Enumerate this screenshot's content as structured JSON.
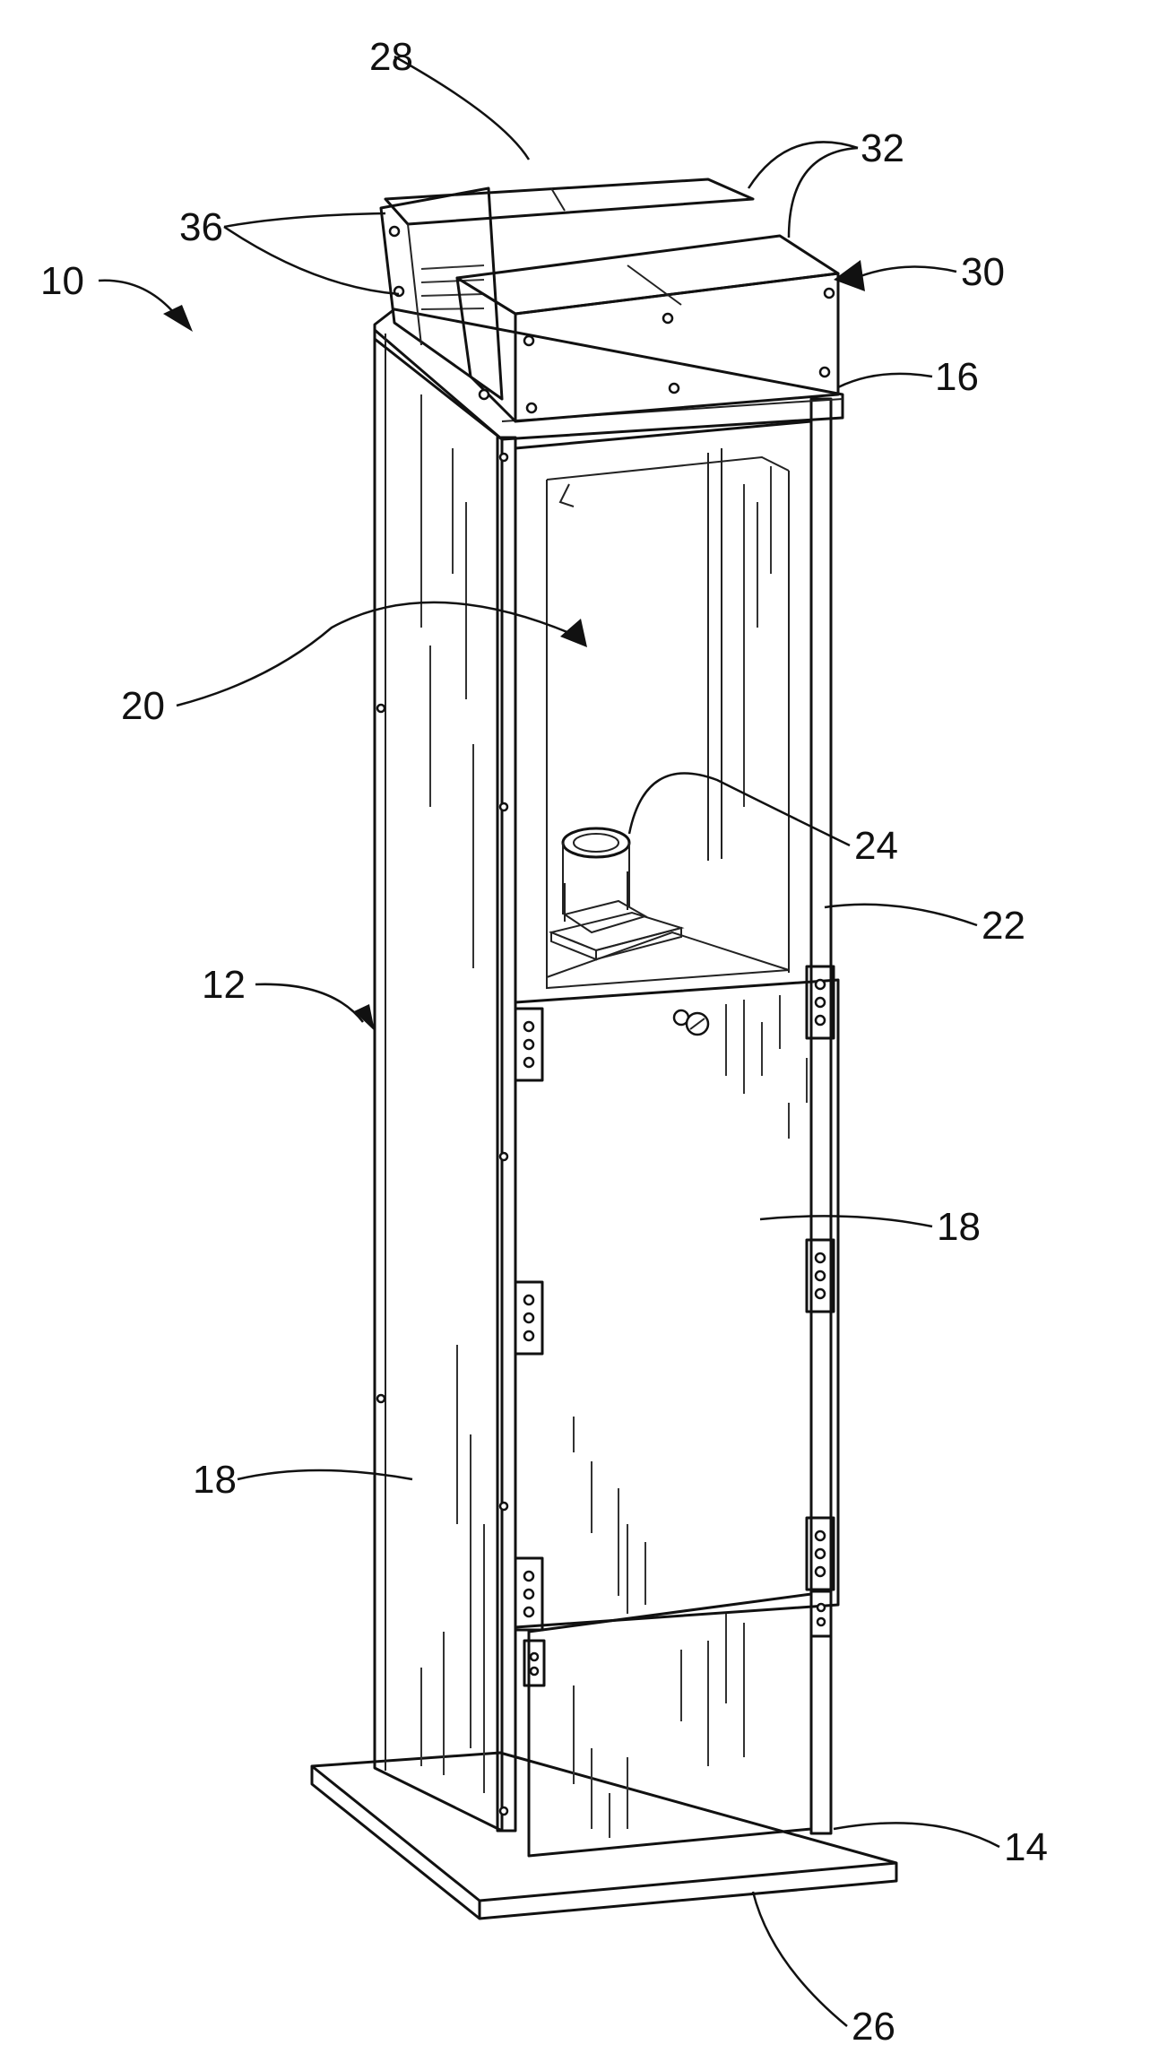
{
  "figure": {
    "kind": "patent-drawing",
    "labels": {
      "ref_10": "10",
      "ref_12": "12",
      "ref_14": "14",
      "ref_16": "16",
      "ref_18_front": "18",
      "ref_18_side": "18",
      "ref_20": "20",
      "ref_22": "22",
      "ref_24": "24",
      "ref_26": "26",
      "ref_28": "28",
      "ref_30": "30",
      "ref_32": "32",
      "ref_36": "36"
    }
  }
}
